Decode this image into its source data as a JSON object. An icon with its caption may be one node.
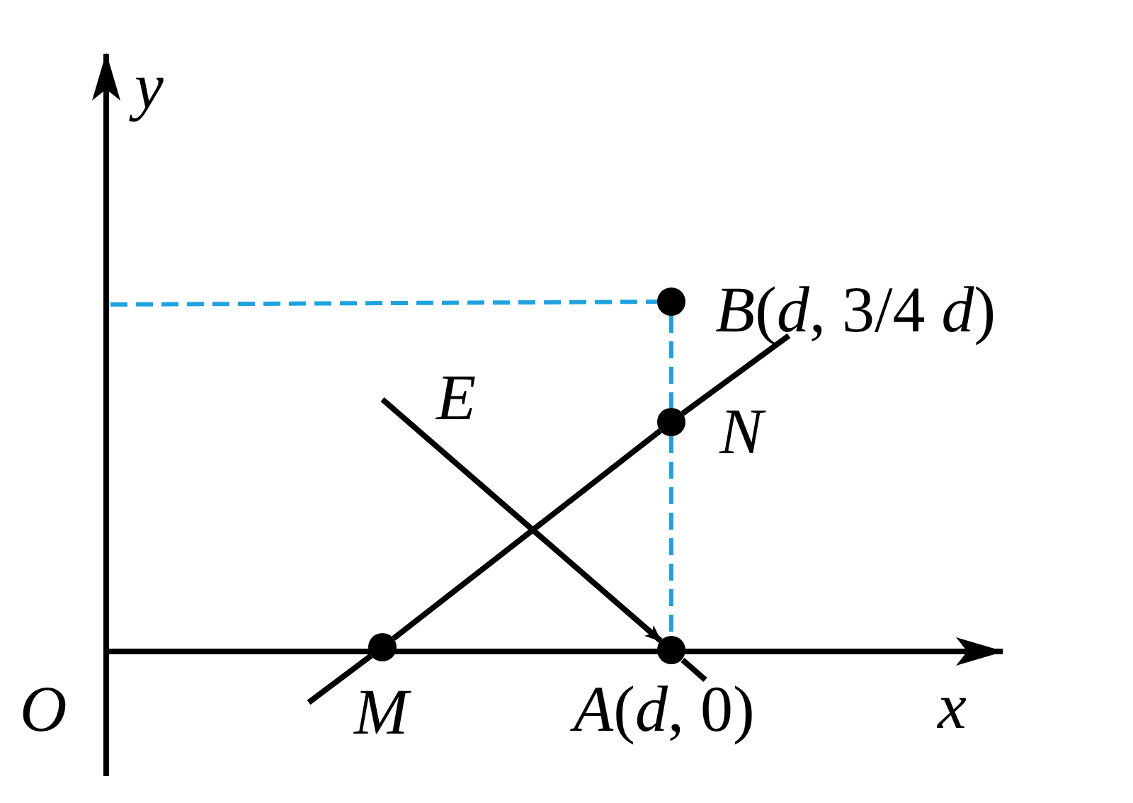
{
  "diagram": {
    "nodes": [
      {
        "text": [],
        "shape": "circle"
      },
      {
        "text": [],
        "shape": "circle"
      },
      {
        "text": [],
        "shape": "circle"
      },
      {
        "text": [],
        "shape": "circle"
      }
    ],
    "edges": [
      {
        "from": null,
        "to": 0,
        "arrow": "none",
        "style": "dashed",
        "color": "#1fa3e0"
      },
      {
        "from": 0,
        "to": 1,
        "arrow": "none",
        "style": "dashed",
        "color": "#1fa3e0"
      },
      {
        "from": 1,
        "to": 3,
        "arrow": "none",
        "style": "dashed",
        "color": "#1fa3e0"
      },
      {
        "from": 2,
        "to": 1,
        "arrow": "none",
        "color": "#000000"
      },
      {
        "from": null,
        "to": 3,
        "arrow": "to",
        "color": "#000000"
      }
    ],
    "labels": [
      "*y*",
      "*B*(*d*, 3/4 *d*)",
      "*E*",
      "*N*",
      "*O*",
      "*M*",
      "*A*(*d*, 0)",
      "*x*"
    ]
  }
}
